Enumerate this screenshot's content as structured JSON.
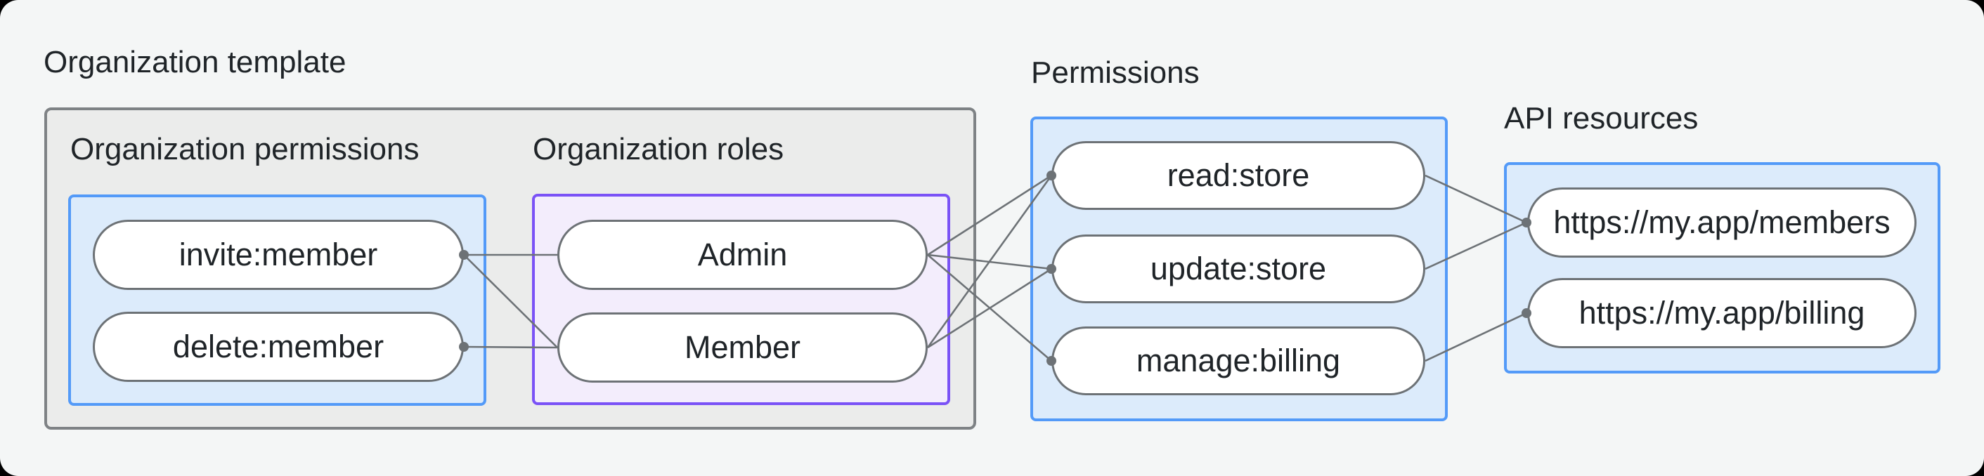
{
  "org_template": {
    "title": "Organization template"
  },
  "org_permissions": {
    "label": "Organization permissions",
    "pills": {
      "invite": "invite:member",
      "delete": "delete:member"
    }
  },
  "org_roles": {
    "label": "Organization roles",
    "pills": {
      "admin": "Admin",
      "member": "Member"
    }
  },
  "permissions": {
    "label": "Permissions",
    "pills": {
      "read": "read:store",
      "update": "update:store",
      "manage": "manage:billing"
    }
  },
  "api_resources": {
    "label": "API resources",
    "pills": {
      "members": "https://my.app/members",
      "billing": "https://my.app/billing"
    }
  },
  "edges": [
    {
      "from": "invite",
      "to": "admin"
    },
    {
      "from": "invite",
      "to": "member"
    },
    {
      "from": "delete",
      "to": "member"
    },
    {
      "from": "admin",
      "to": "read"
    },
    {
      "from": "admin",
      "to": "update"
    },
    {
      "from": "admin",
      "to": "manage"
    },
    {
      "from": "member",
      "to": "read"
    },
    {
      "from": "member",
      "to": "update"
    },
    {
      "from": "read",
      "to": "members"
    },
    {
      "from": "update",
      "to": "members"
    },
    {
      "from": "manage",
      "to": "billing"
    }
  ],
  "colors": {
    "canvas_bg": "#f4f6f6",
    "gray_fill": "#ebeceb",
    "gray_border": "#7e8285",
    "blue_fill": "#dcebfb",
    "blue_border": "#539af8",
    "purple_fill": "#f3edfc",
    "purple_border": "#7a52f6",
    "line": "#6d7276",
    "text": "#1f2428"
  }
}
